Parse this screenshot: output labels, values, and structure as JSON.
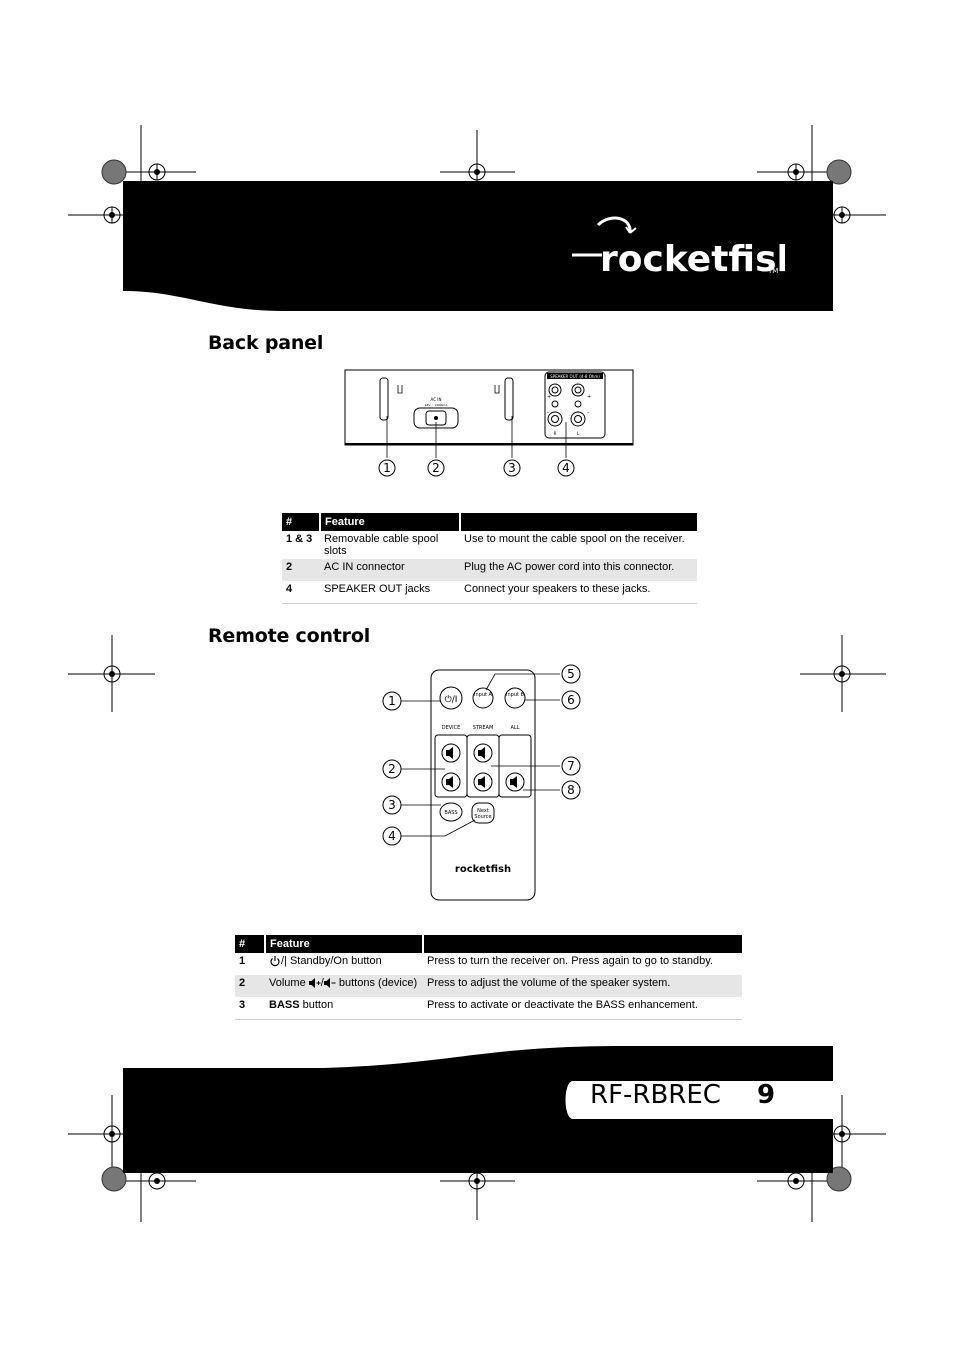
{
  "brand": {
    "logo_text": "rocketfish",
    "trademark": "TM"
  },
  "back_panel": {
    "title": "Back panel",
    "panel_labels": {
      "speaker_out": "SPEAKER OUT (4-8 Ohm)",
      "ac_in": "AC IN",
      "ac_rating": "18V ⎓ 2000mA",
      "plus": "+",
      "minus": "–",
      "right": "R",
      "left": "L"
    },
    "callouts": [
      "1",
      "2",
      "3",
      "4"
    ],
    "table": {
      "headers": [
        "#",
        "Feature",
        ""
      ],
      "rows": [
        {
          "num": "1 & 3",
          "feature": "Removable cable spool slots",
          "description": "Use to mount the cable spool on the receiver."
        },
        {
          "num": "2",
          "feature": "AC IN connector",
          "description": "Plug the AC power cord into this connector."
        },
        {
          "num": "4",
          "feature": "SPEAKER OUT jacks",
          "description": "Connect your speakers to these jacks."
        }
      ]
    }
  },
  "remote_control": {
    "title": "Remote control",
    "buttons": {
      "input_a": "Input A",
      "input_b": "Input B",
      "bass": "BASS",
      "next": "Next",
      "source": "Source",
      "power_symbol": "⏻/I"
    },
    "group_labels": [
      "DEVICE",
      "STREAM",
      "ALL"
    ],
    "callouts": [
      "1",
      "2",
      "3",
      "4",
      "5",
      "6",
      "7",
      "8"
    ],
    "table": {
      "headers": [
        "#",
        "Feature",
        ""
      ],
      "rows": [
        {
          "num": "1",
          "feature": "/| Standby/On button",
          "description": "Press to turn the receiver on. Press again to go to standby."
        },
        {
          "num": "2",
          "feature_prefix": "Volume",
          "feature_suffix": "buttons (device)",
          "description": "Press to adjust the volume of the speaker system."
        },
        {
          "num": "3",
          "feature_bold": "BASS",
          "feature_suffix": "button",
          "description": "Press to activate or deactivate the BASS enhancement."
        }
      ]
    }
  },
  "footer": {
    "model": "RF-RBREC",
    "page_number": "9"
  }
}
